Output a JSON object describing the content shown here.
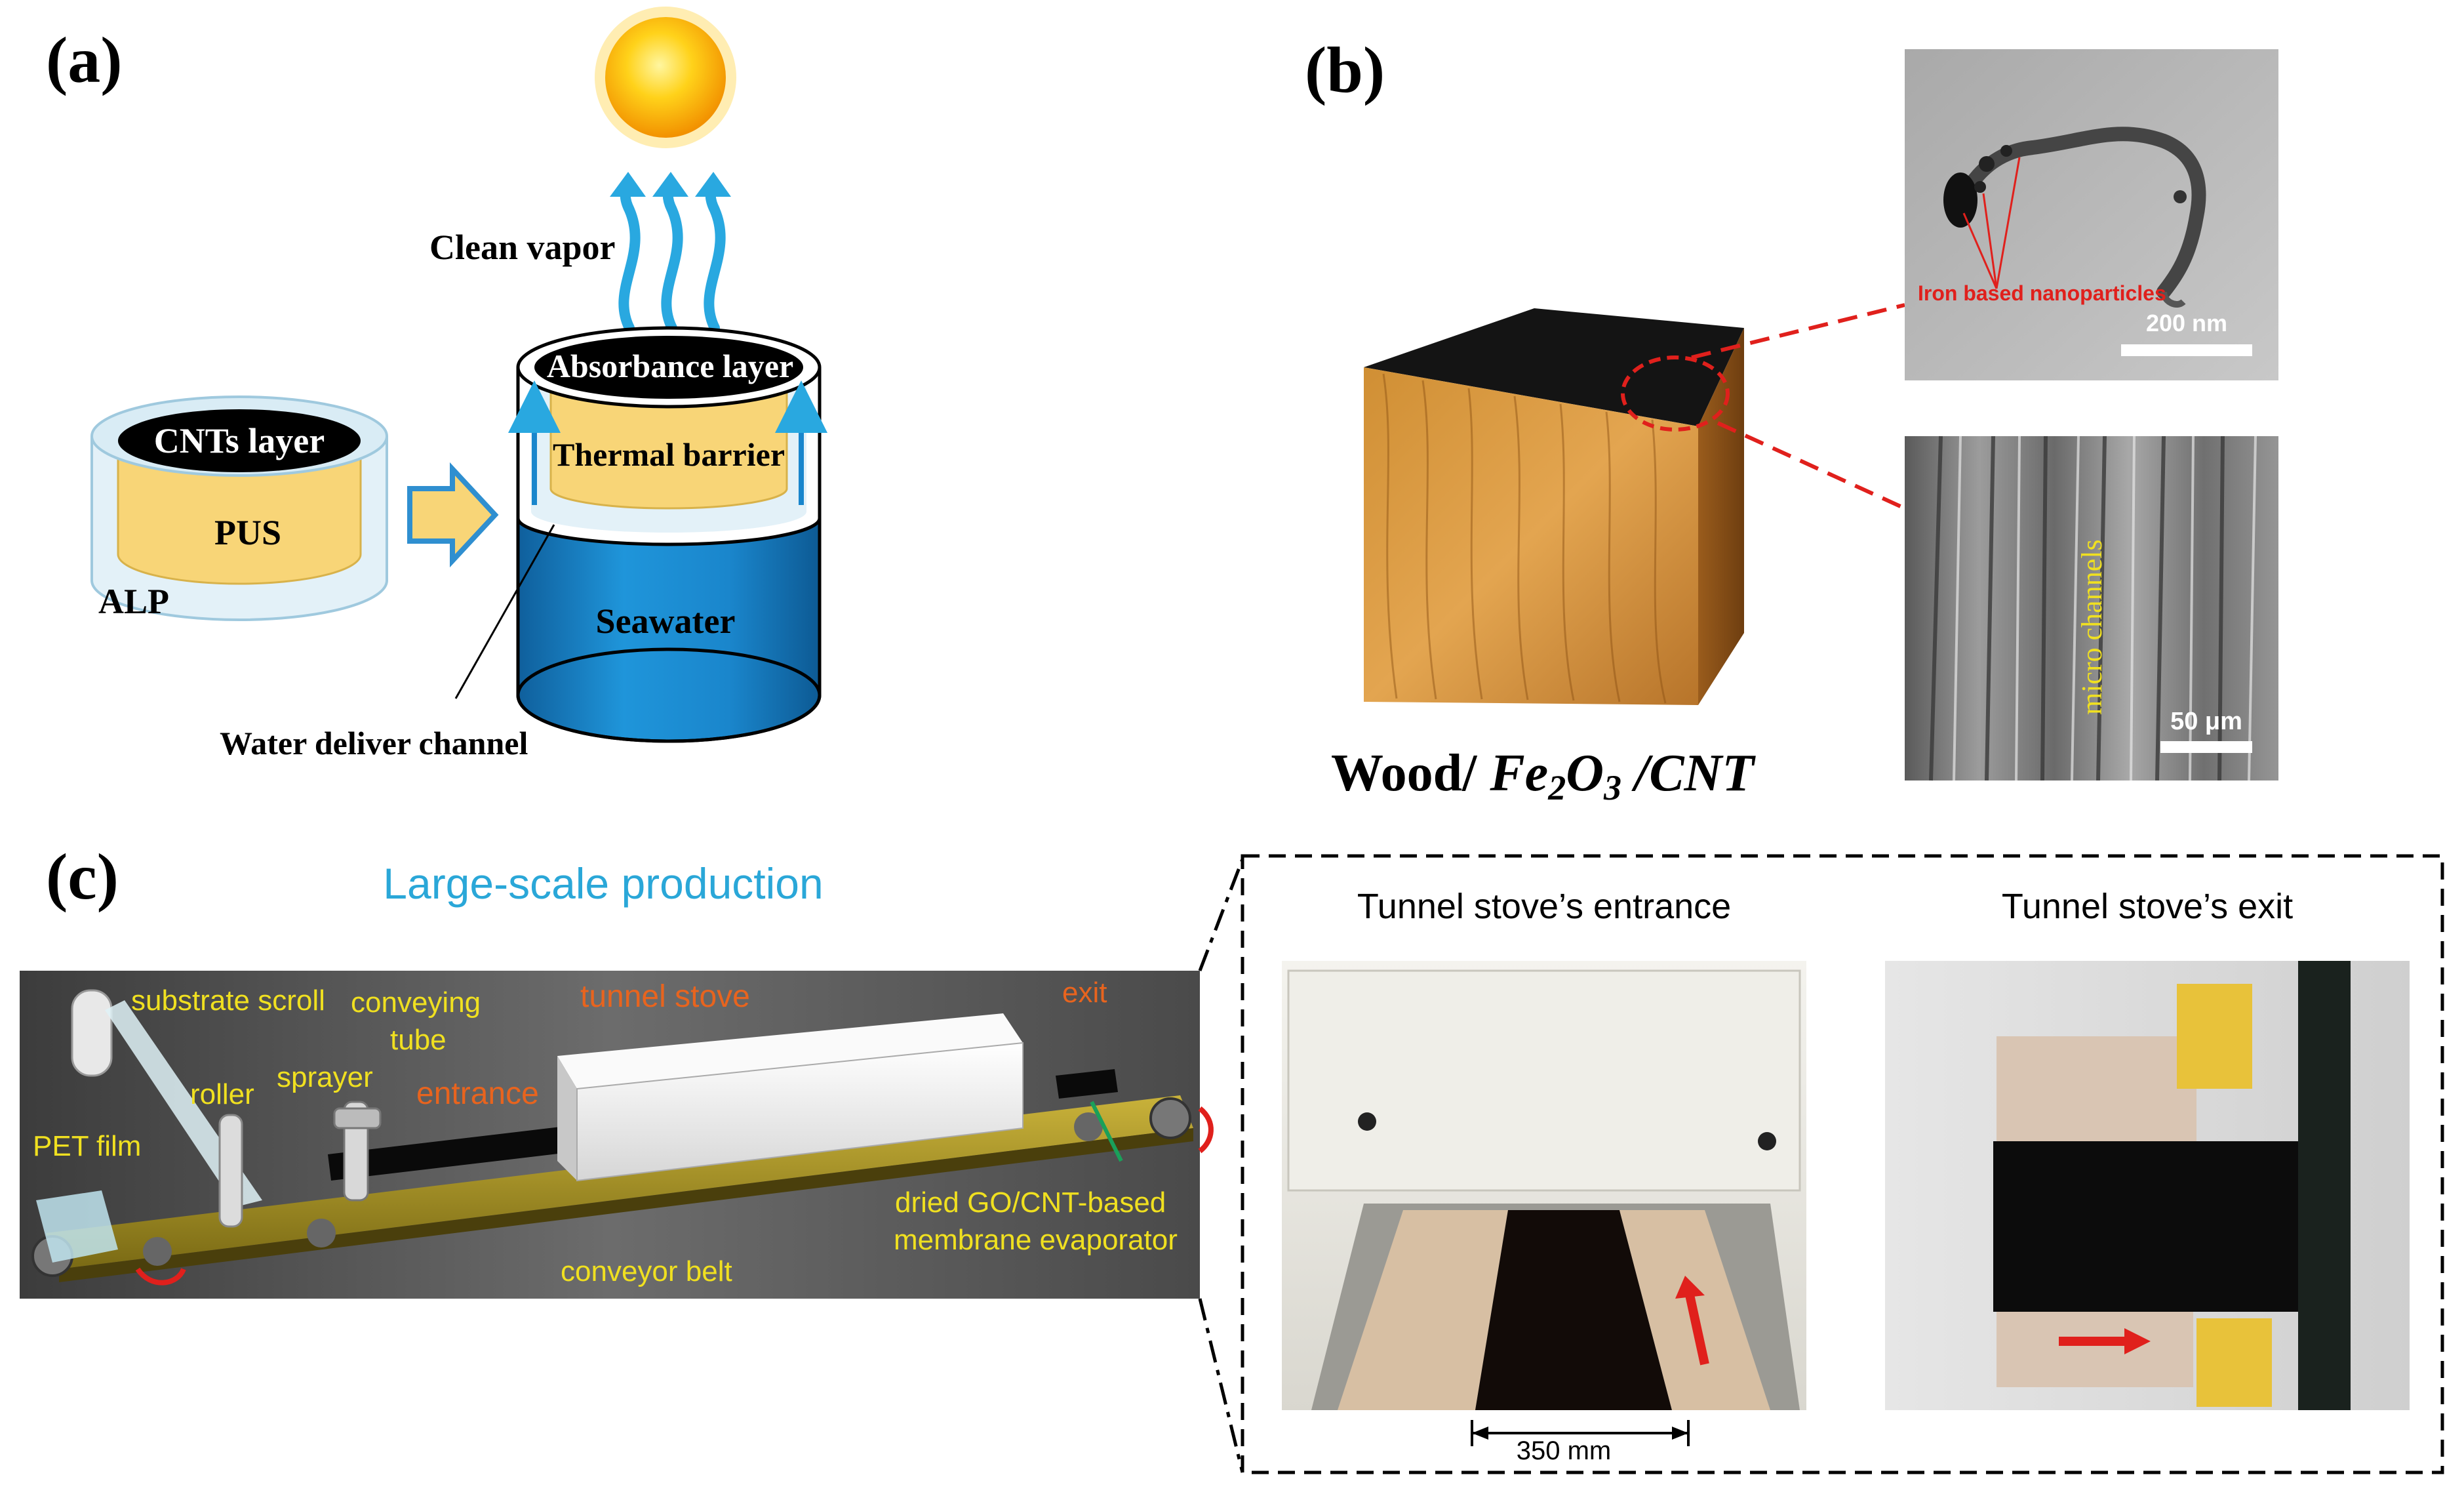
{
  "panel_a": {
    "label": "(a)",
    "clean_vapor": "Clean vapor",
    "cnts_layer": "CNTs layer",
    "pus": "PUS",
    "alp": "ALP",
    "absorbance_layer": "Absorbance layer",
    "thermal_barrier": "Thermal barrier",
    "seawater": "Seawater",
    "water_channel": "Water deliver channel"
  },
  "panel_b": {
    "label": "(b)",
    "material_prefix": "Wood/ ",
    "material_fe": "Fe",
    "material_sub1": "2",
    "material_o": "O",
    "material_sub2": "3",
    "material_suffix": " /CNT",
    "tem_annotation": "Iron based nanoparticles",
    "tem_scale": "200 nm",
    "sem_annotation": "micro channels",
    "sem_scale": "50 μm"
  },
  "panel_c": {
    "label": "(c)",
    "title": "Large-scale production",
    "substrate_scroll": "substrate scroll",
    "conveying_tube_1": "conveying",
    "conveying_tube_2": "tube",
    "tunnel_stove": "tunnel stove",
    "exit": "exit",
    "roller": "roller",
    "sprayer": "sprayer",
    "entrance": "entrance",
    "pet_film": "PET film",
    "product_1": "dried GO/CNT-based",
    "product_2": "membrane evaporator",
    "conveyor_belt": "conveyor belt",
    "photo_entrance_title": "Tunnel stove’s entrance",
    "photo_exit_title": "Tunnel stove’s exit",
    "dimension": "350 mm"
  },
  "colors": {
    "seawater": "#1a86cc",
    "vapor": "#29a8e0",
    "yellow_layer": "#f8d577",
    "title_blue": "#2aa7d8",
    "orange_label": "#e8641e",
    "yellow_label": "#f0e020",
    "red_annot": "#e0201c"
  }
}
